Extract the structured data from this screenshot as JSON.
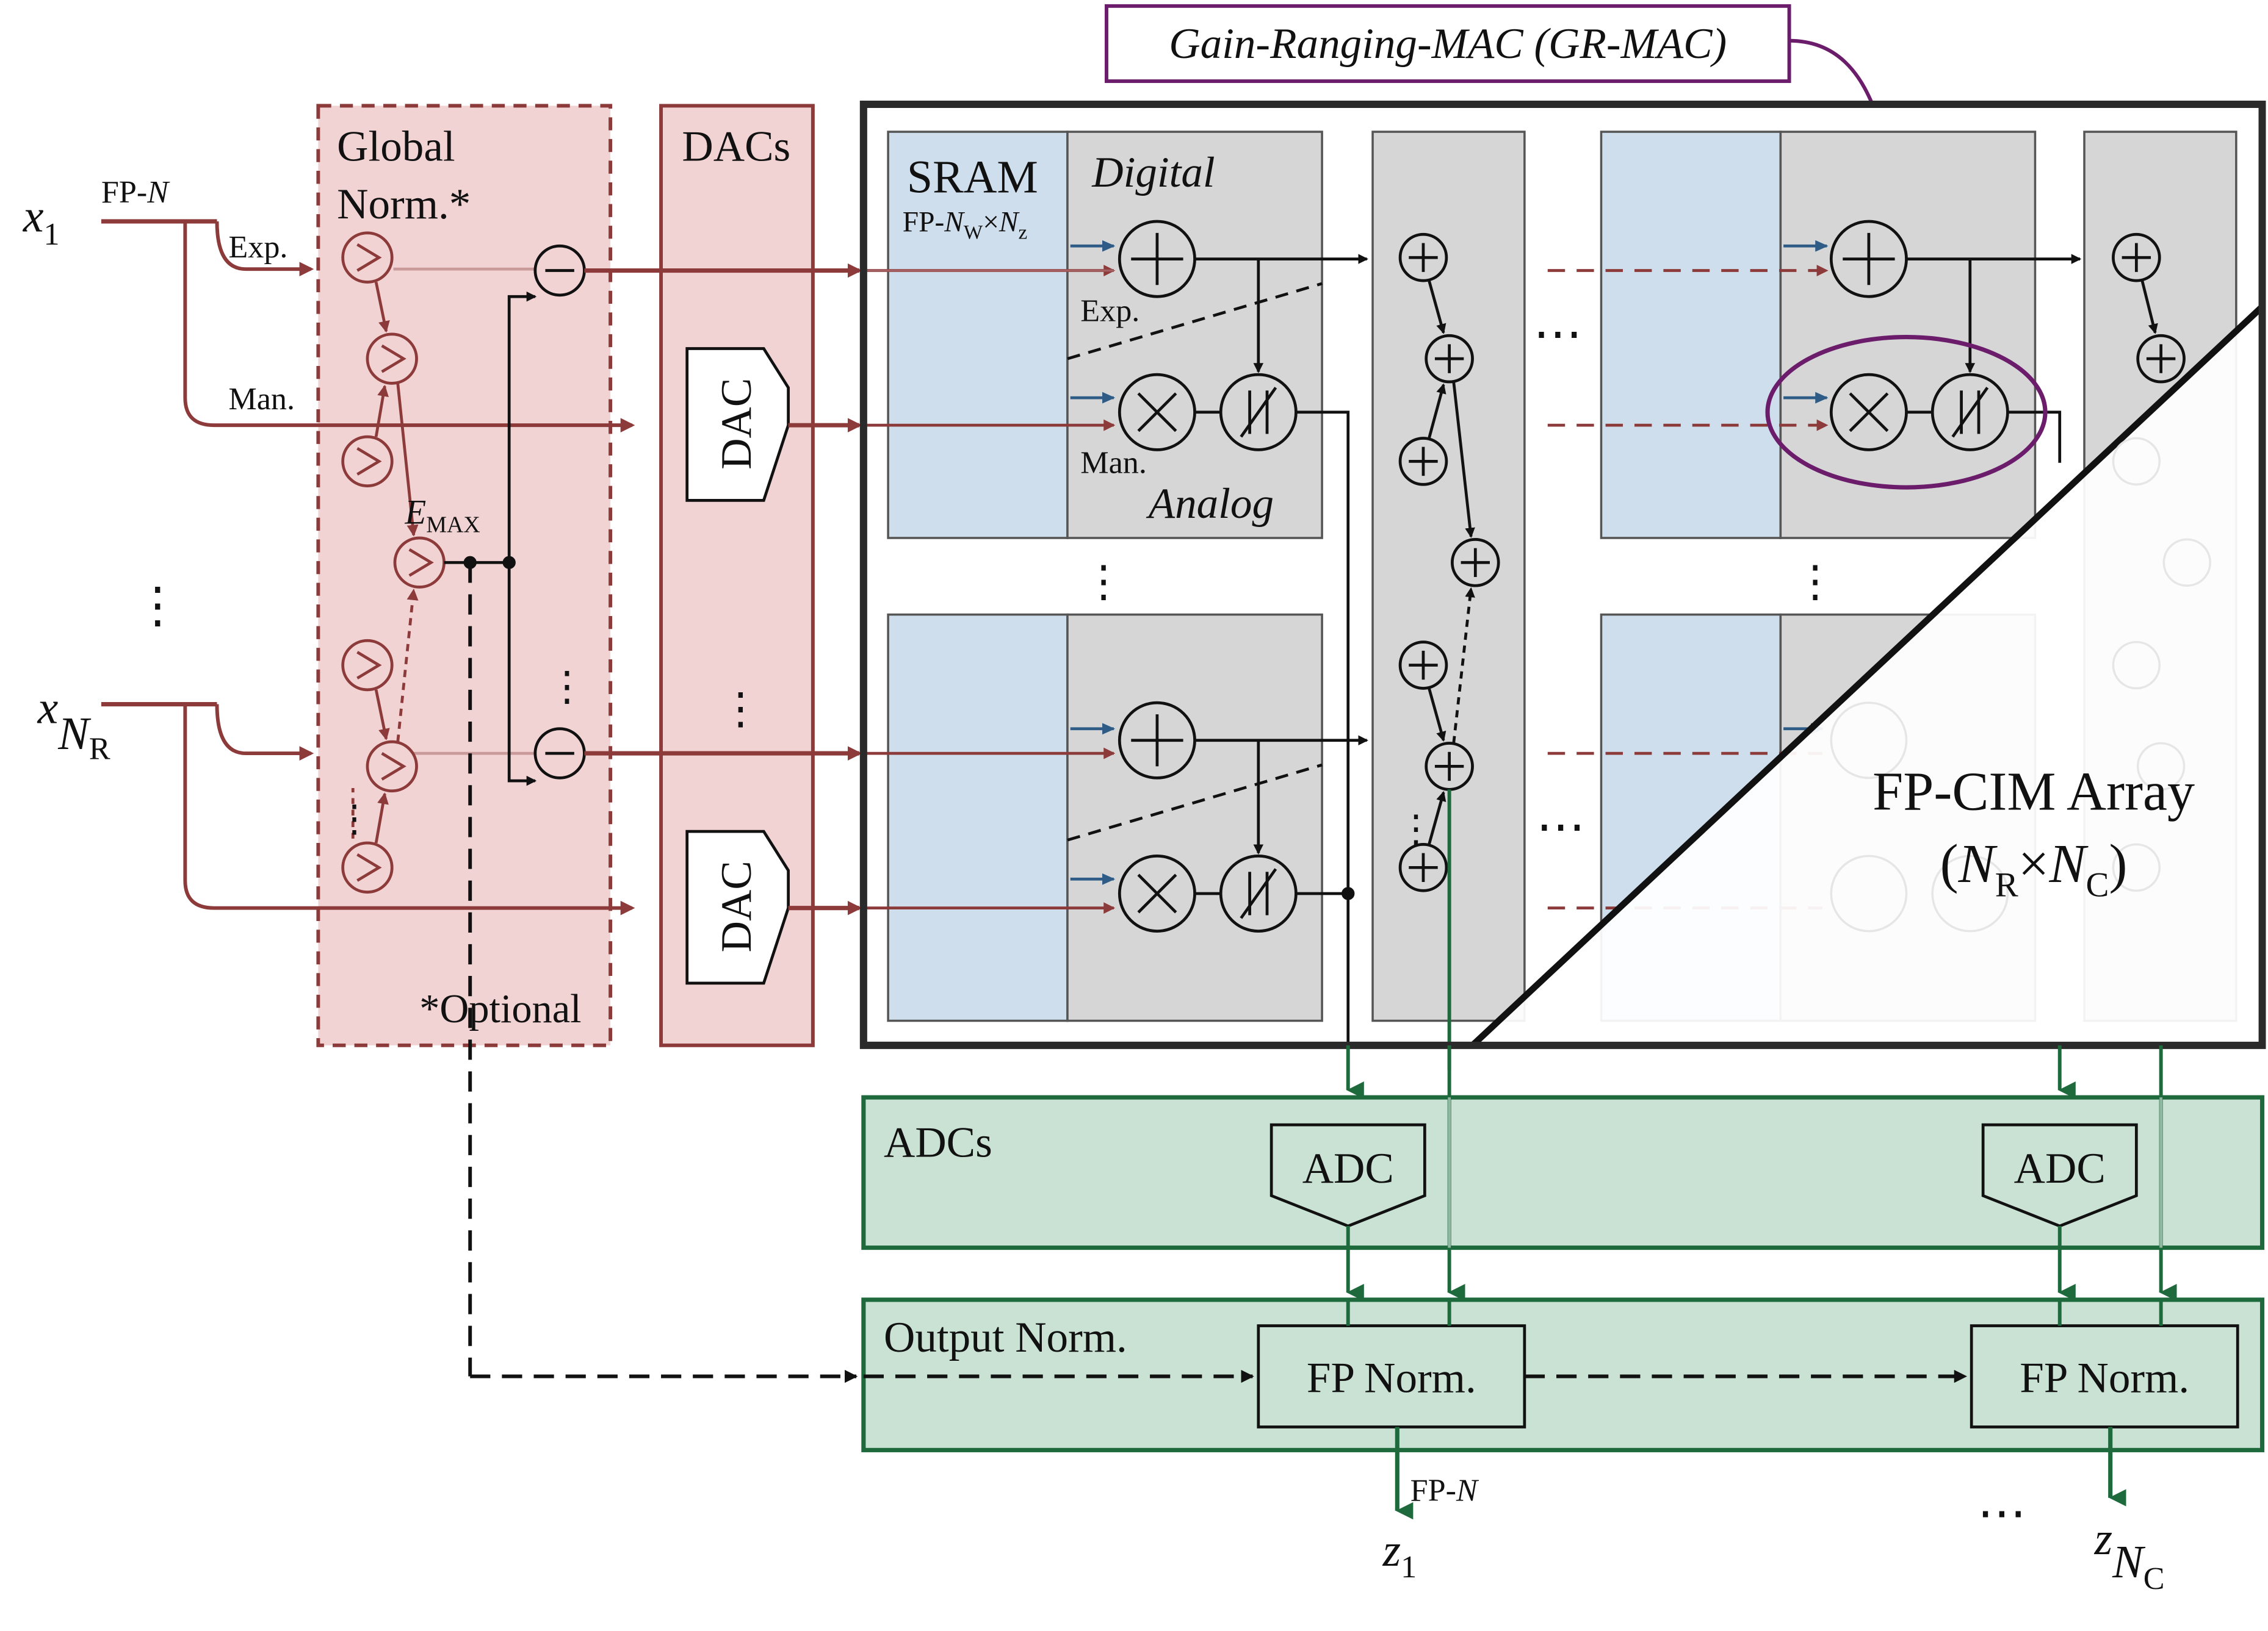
{
  "gr_mac_label": "Gain-Ranging-MAC (GR-MAC)",
  "inputs": {
    "x1_base": "x",
    "x1_sub": "1",
    "xn_base": "x",
    "xn_sub_main": "N",
    "xn_sub_sub": "R",
    "fp_prefix": "FP-",
    "fp_n": "N",
    "exp_label": "Exp.",
    "man_label": "Man.",
    "vdots": "⋮"
  },
  "global_norm": {
    "title_line1": "Global",
    "title_line2": "Norm.*",
    "emax_base": "E",
    "emax_sub": "MAX",
    "optional_note": "*Optional"
  },
  "dacs": {
    "title": "DACs",
    "block_label": "DAC"
  },
  "array": {
    "sram_label": "SRAM",
    "sram_fp_prefix": "FP-",
    "sram_nw": "N",
    "sram_nw_sub": "W",
    "sram_times": "×",
    "sram_nz": "N",
    "sram_nz_sub": "z",
    "digital_label": "Digital",
    "analog_label": "Analog",
    "exp_label": "Exp.",
    "man_label": "Man.",
    "array_title": "FP-CIM Array",
    "array_dims_open": "(",
    "array_dims_nr": "N",
    "array_dims_nr_sub": "R",
    "array_dims_times": "×",
    "array_dims_nc": "N",
    "array_dims_nc_sub": "C",
    "array_dims_close": ")",
    "hdots": "⋯"
  },
  "adcs": {
    "title": "ADCs",
    "block_label": "ADC"
  },
  "output_norm": {
    "title": "Output Norm.",
    "block_label": "FP Norm.",
    "fp_prefix": "FP-",
    "fp_n": "N",
    "z1_base": "z",
    "z1_sub": "1",
    "zn_base": "z",
    "zn_sub_main": "N",
    "zn_sub_sub": "C",
    "hdots": "⋯"
  },
  "colors": {
    "pink_fill": "#f2d3d3",
    "pink_border": "#8c3a3a",
    "blue_fill": "#cfdeec",
    "gray_fill": "#d6d6d6",
    "green_fill": "#c9e2d4",
    "green_border": "#1e6a3c",
    "signal_red": "#8c3a3a",
    "signal_blue": "#2f5c86",
    "gr_purple": "#6b1d6b"
  }
}
